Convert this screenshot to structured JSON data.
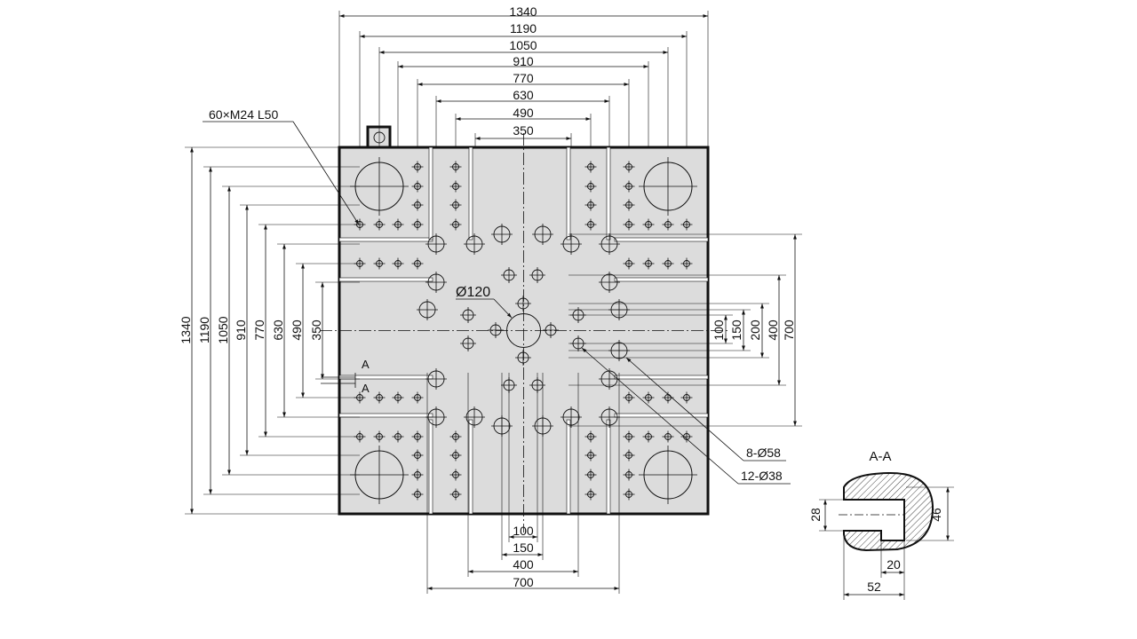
{
  "colors": {
    "plate_fill": "#dcdcdc",
    "ink": "#111111",
    "background": "#ffffff"
  },
  "labels": {
    "thread_spec": "60×M24  L50",
    "center_bore": "Ø120",
    "large_holes": "8-Ø58",
    "small_holes": "12-Ø38",
    "section_mark": "A",
    "section_title": "A-A"
  },
  "dims": {
    "top": [
      "1340",
      "1190",
      "1050",
      "910",
      "770",
      "630",
      "490",
      "350"
    ],
    "left": [
      "1340",
      "1190",
      "1050",
      "910",
      "770",
      "630",
      "490",
      "350"
    ],
    "right": [
      "100",
      "150",
      "200",
      "400",
      "700"
    ],
    "bottom": [
      "100",
      "150",
      "400",
      "700"
    ],
    "section": {
      "height_outer": "46",
      "height_slot": "28",
      "slot_width": "20",
      "overall_width": "52"
    }
  }
}
